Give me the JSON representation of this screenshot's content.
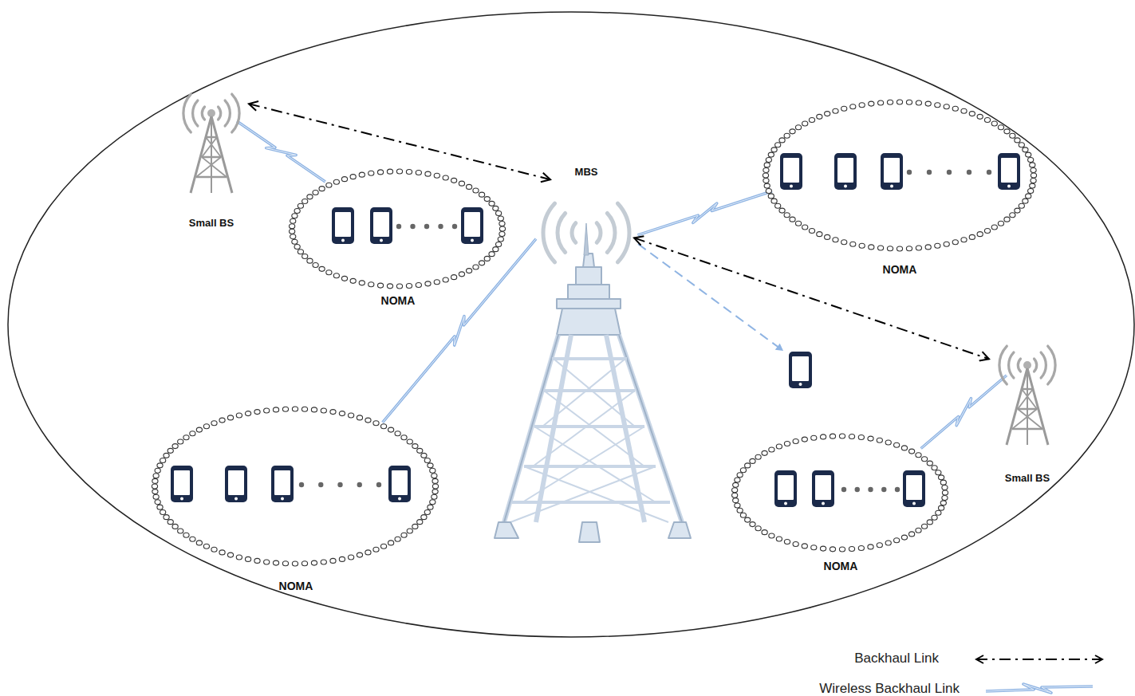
{
  "diagram": {
    "nodes": [
      {
        "text": [
          "Small BS"
        ]
      },
      {
        "text": [
          "NOMA"
        ]
      },
      {
        "text": [
          "MBS"
        ]
      },
      {
        "text": [
          "NOMA"
        ]
      },
      {
        "text": [
          "Small BS"
        ]
      },
      {
        "text": [
          "NOMA"
        ]
      },
      {
        "text": [
          "NOMA"
        ]
      }
    ],
    "edges": [
      {
        "from": 0,
        "to": 2,
        "arrow": "both"
      },
      {
        "from": 0,
        "to": 3,
        "arrow": "none"
      },
      {
        "from": 1,
        "to": 2,
        "arrow": "none"
      },
      {
        "from": 2,
        "to": 4,
        "arrow": "both"
      },
      {
        "from": 2,
        "to": 5,
        "arrow": "none"
      },
      {
        "from": 4,
        "to": 6,
        "arrow": "none"
      }
    ],
    "legend": [
      {
        "text": "Backhaul Link"
      },
      {
        "text": "Wireless Backhaul Link"
      }
    ]
  }
}
